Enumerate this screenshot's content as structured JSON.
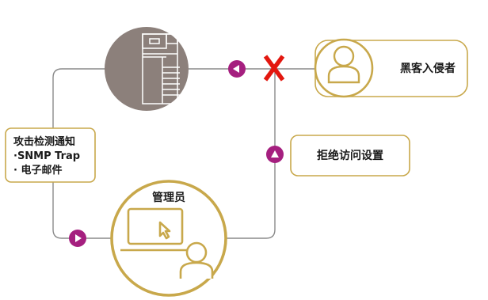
{
  "diagram": {
    "hacker_label": "黑客入侵者",
    "deny_label": "拒绝访问设置",
    "admin_label": "管理员",
    "alert": {
      "title": "攻击检测通知",
      "line1": "·SNMP Trap",
      "line2": "· 电子邮件"
    }
  },
  "colors": {
    "gold": "#c8a84b",
    "magenta": "#a51f7f",
    "printer_circle": "#8c807b",
    "deny_red": "#e3170f",
    "line": "#8a8a8a"
  }
}
